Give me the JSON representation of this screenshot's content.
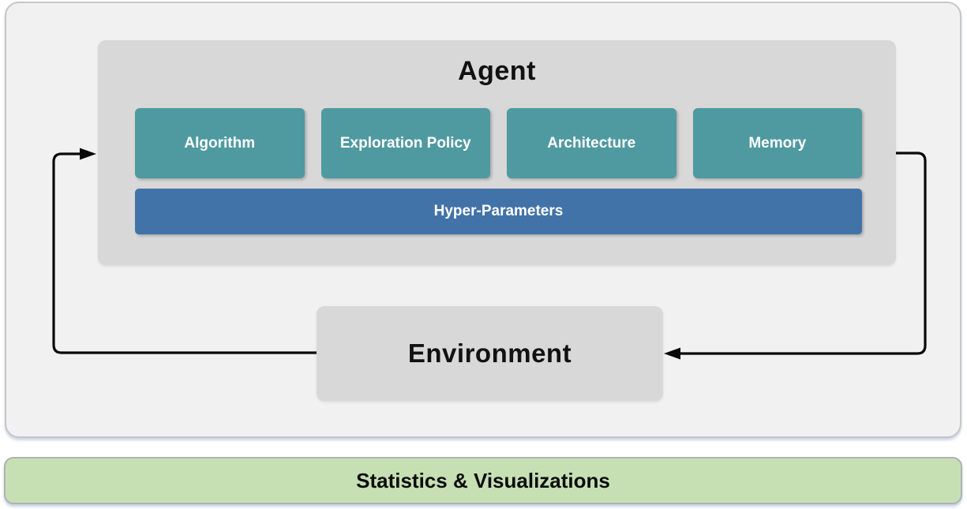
{
  "diagram": {
    "agent": {
      "title": "Agent",
      "components": [
        "Algorithm",
        "Exploration Policy",
        "Architecture",
        "Memory"
      ],
      "hyper_parameters_label": "Hyper-Parameters"
    },
    "environment": {
      "title": "Environment"
    },
    "footer": {
      "title": "Statistics & Visualizations"
    }
  },
  "colors": {
    "teal": "#4F9AA1",
    "blue": "#4273A8",
    "green": "#C6E0B4",
    "box-gray": "#D8D8D8",
    "outer-gray": "#F1F1F2",
    "outer-border": "#C5C6C8",
    "green-border": "#AFB2B4",
    "arrow": "#0A0A0A"
  }
}
